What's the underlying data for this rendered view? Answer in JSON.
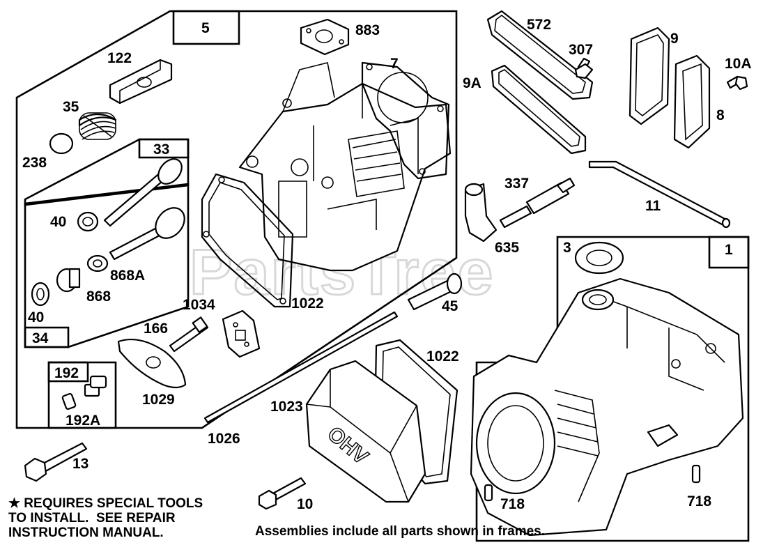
{
  "watermark": "PartsTree",
  "frames": [
    {
      "id": "5"
    },
    {
      "id": "33"
    },
    {
      "id": "34"
    },
    {
      "id": "192"
    },
    {
      "id": "1"
    }
  ],
  "labels": {
    "p883": "883",
    "p7": "7",
    "p122": "122",
    "p35": "35",
    "p238": "238",
    "p40a": "40",
    "p40b": "40",
    "p868a": "868A",
    "p868": "868",
    "p1034": "1034",
    "p1022a": "1022",
    "p166": "166",
    "p1029": "1029",
    "p192a": "192A",
    "p13": "13",
    "p572": "572",
    "p307": "307",
    "p9a": "9A",
    "p9": "9",
    "p10a": "10A",
    "p8": "8",
    "p337": "337",
    "p11": "11",
    "p635": "635",
    "p3": "3",
    "p45": "45",
    "p1022b": "1022",
    "p1023": "1023",
    "p1026": "1026",
    "p10": "10",
    "p718a": "718",
    "p718b": "718"
  },
  "cover_text": "OHV",
  "notes": {
    "special_tools": "★ REQUIRES SPECIAL TOOLS\nTO INSTALL.  SEE REPAIR\nINSTRUCTION MANUAL.",
    "assemblies": "Assemblies include all parts shown in frames."
  }
}
